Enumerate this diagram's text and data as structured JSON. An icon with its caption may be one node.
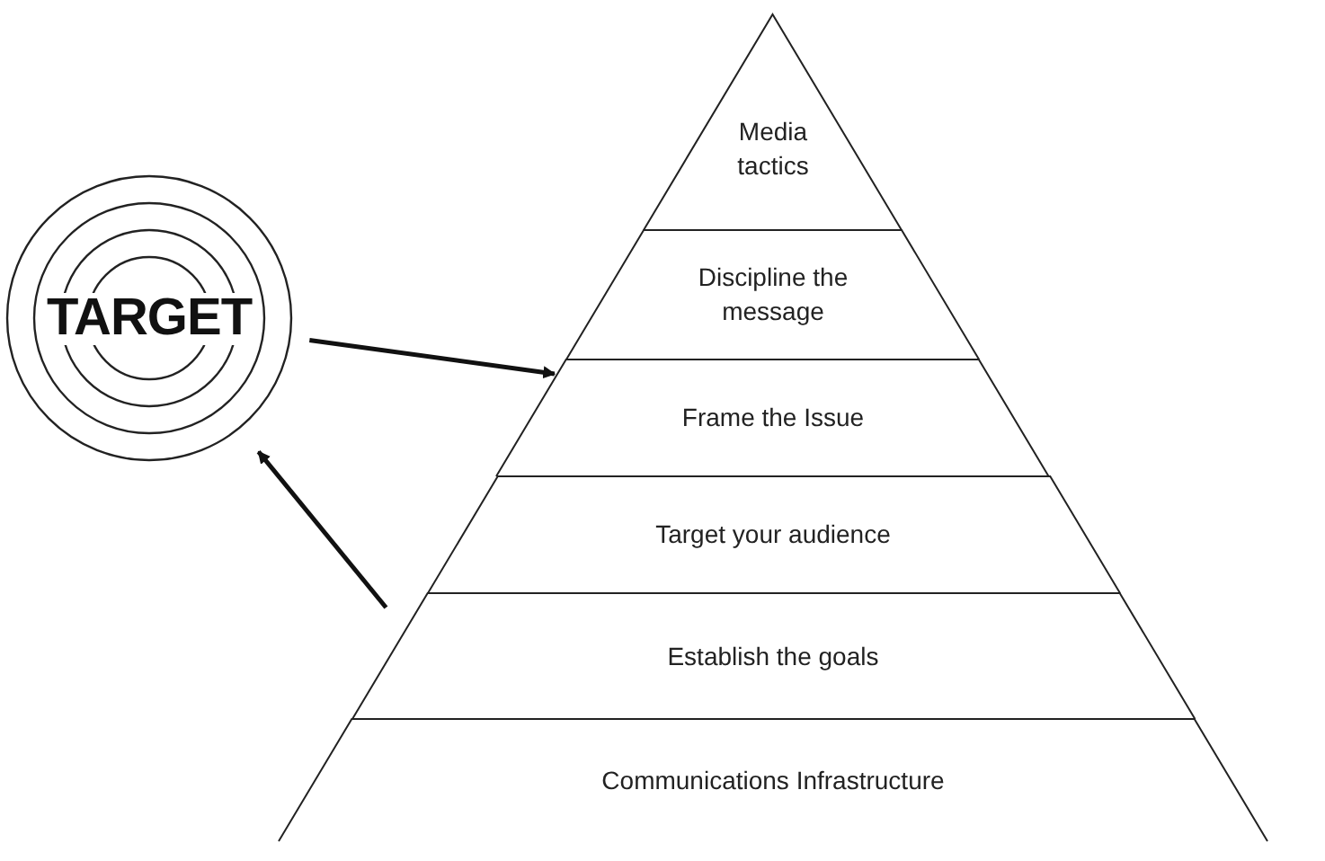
{
  "diagram": {
    "nodes": [
      {
        "text": [
          "TARGET"
        ]
      },
      {
        "text": [
          "Media tactics"
        ]
      },
      {
        "text": [
          "Discipline the message"
        ]
      },
      {
        "text": [
          "Frame the Issue"
        ]
      },
      {
        "text": [
          "Target your audience"
        ]
      },
      {
        "text": [
          "Establish the goals"
        ]
      },
      {
        "text": [
          "Communications Infrastructure"
        ]
      }
    ],
    "edges": [
      {
        "from": 0,
        "to": 3,
        "arrow": "to"
      },
      {
        "from": 5,
        "to": 0,
        "arrow": "to"
      }
    ]
  }
}
